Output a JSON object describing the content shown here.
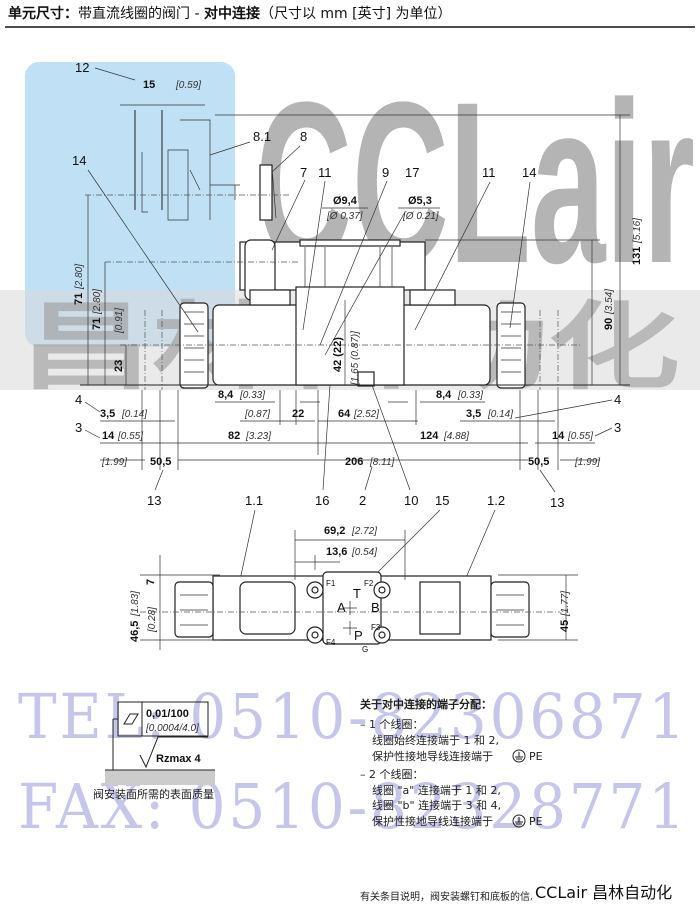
{
  "title": {
    "bold": "单元尺寸：",
    "rest": "带直流线圈的阀门 - ",
    "bold2": "对中连接",
    "paren": "（尺寸以 mm [英寸] 为单位）"
  },
  "watermark": {
    "logo": "CCLair",
    "logo_cn": "昌林自动化",
    "tel": "TEL: 0510-82306871",
    "fax": "FAX: 0510-82328771",
    "colors": {
      "logo_bg": "#bfe0f5",
      "logo_text": "#a8a8a8",
      "tel": "#b9b9e6"
    }
  },
  "callouts": [
    "12",
    "8.1",
    "8",
    "14",
    "7",
    "11",
    "9",
    "17",
    "11",
    "14",
    "4",
    "3",
    "4",
    "3",
    "13",
    "16",
    "2",
    "10",
    "15",
    "1.1",
    "1.2",
    "13"
  ],
  "dims_top": {
    "d15": "15",
    "d15_in": "[0.59]",
    "phi94": "Ø9,4",
    "phi94_in": "[Ø 0.37]",
    "phi53": "Ø5,3",
    "phi53_in": "[Ø 0.21]",
    "h131": "131",
    "h131_in": "[5.16]",
    "h90": "90",
    "h90_in": "[3.54]",
    "h71a": "71",
    "h71a_in": "[2.80]",
    "h71b": "71",
    "h71b_in": "[2.80]",
    "h23": "23",
    "h23_in": "[0.91]",
    "h42": "42 (22)",
    "h42_in": "[1.65 (0.87)]"
  },
  "dims_bottom": {
    "l84": "8,4",
    "l84_in": "[0.33]",
    "r84": "8,4",
    "r84_in": "[0.33]",
    "l35": "3,5",
    "l35_in": "[0.14]",
    "r35": "3,5",
    "r35_in": "[0.14]",
    "d087": "[0.87]",
    "d22": "22",
    "d64": "64",
    "d64_in": "[2.52]",
    "l14": "14",
    "l14_in": "[0.55]",
    "r14": "14",
    "r14_in": "[0.55]",
    "d82": "82",
    "d82_in": "[3.23]",
    "d124": "124",
    "d124_in": "[4.88]",
    "l199": "[1.99]",
    "l505": "50,5",
    "d206": "206",
    "d206_in": "[8.11]",
    "r505": "50,5",
    "r199": "[1.99]"
  },
  "dims_plan": {
    "d692": "69,2",
    "d692_in": "[2.72]",
    "d136": "13,6",
    "d136_in": "[0.54]",
    "h7": "7",
    "h465": "46,5",
    "h465_in": "[1.83]",
    "h028": "[0.28]",
    "h45": "45",
    "h45_in": "[1.77]",
    "ports": [
      "A",
      "B",
      "T",
      "P",
      "G"
    ],
    "holes": [
      "F1",
      "F2",
      "F3",
      "F4"
    ]
  },
  "surface": {
    "flatness": "0,01/100",
    "flatness_in": "[0.0004/4.0]",
    "rz": "Rzmax  4",
    "caption": "阀安装面所需的表面质量"
  },
  "terminal_notes": {
    "heading": "关于对中连接的端子分配：",
    "one_coil": "– 1 个线圈：",
    "one_l1": "线圈始终连接端于 1 和 2,",
    "one_l2": "保护性接地导线连接端于",
    "pe": "PE",
    "two_coil": "– 2 个线圈：",
    "two_l1": "线圈 \"a\" 连接端于 1 和 2,",
    "two_l2": "线圈 \"b\" 连接端于 3 和 4,",
    "two_l3": "保护性接地导线连接端于"
  },
  "footer": {
    "text": "有关条目说明，阀安装螺钉和底板的信息，请参见第 页",
    "brand": "CCLair 昌林自动化"
  }
}
